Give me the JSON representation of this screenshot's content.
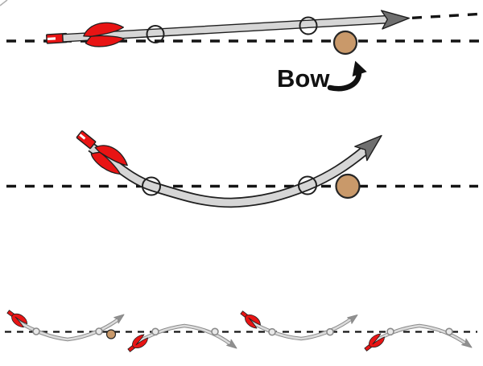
{
  "labels": {
    "bow": "Bow"
  },
  "figure": {
    "rows": 3,
    "mini_arrow_count": 4,
    "node_rings_per_arrow": 2
  },
  "palette": {
    "background": "#ffffff",
    "outline": "#1f1f1f",
    "shaft": "#d6d6d6",
    "arrowhead": "#6f6f6f",
    "fletching": "#e81414",
    "nock_slit": "#ffffff",
    "bow": "#c9996a",
    "bow_outline": "#262626",
    "dash": "#141414",
    "label": "#111111",
    "artifact": "#b0b0b0",
    "mini_line": "#8a8a8a",
    "mini_shaft": "#dcdcdc",
    "mini_head": "#909090",
    "mini_node_fill": "#e9e9e9"
  }
}
